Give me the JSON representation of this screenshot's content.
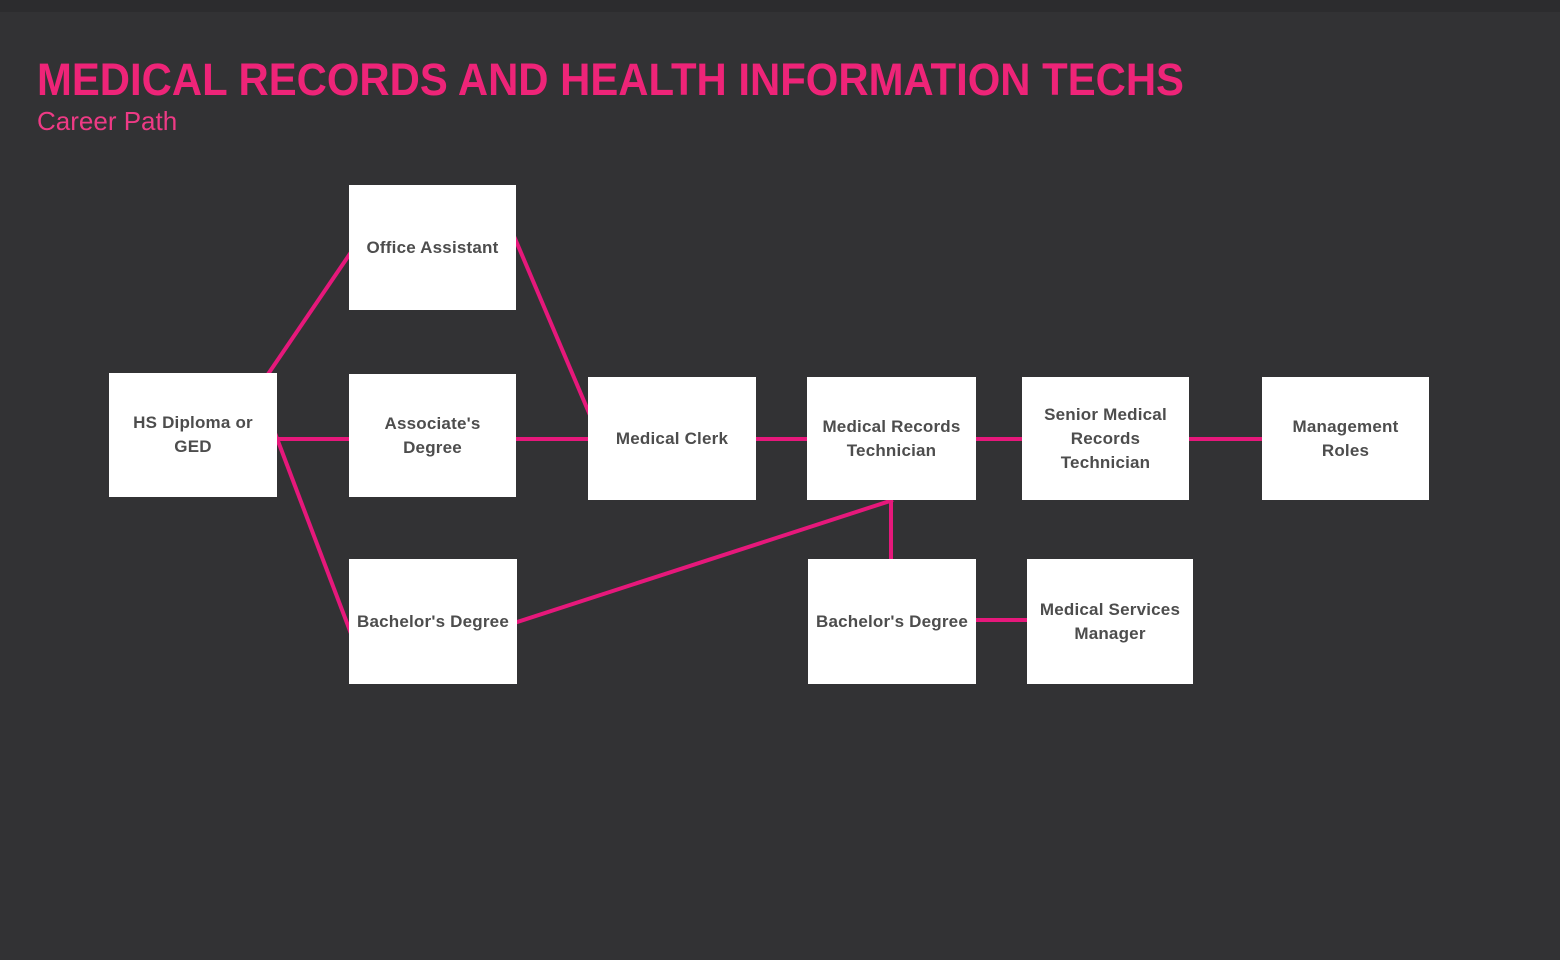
{
  "page": {
    "title": "MEDICAL RECORDS AND HEALTH INFORMATION TECHS",
    "subtitle": "Career Path"
  },
  "colors": {
    "background": "#323234",
    "title_pink": "#ee2478",
    "subtitle_pink": "#ee3a85",
    "connector_pink": "#e6187b",
    "node_background": "#ffffff",
    "node_text": "#4d4d4d"
  },
  "diagram": {
    "nodes": [
      {
        "id": "hs-diploma",
        "label": "HS Diploma or\nGED"
      },
      {
        "id": "office-assistant",
        "label": "Office Assistant"
      },
      {
        "id": "associates-degree",
        "label": "Associate's Degree"
      },
      {
        "id": "bachelors-degree-1",
        "label": "Bachelor's Degree"
      },
      {
        "id": "medical-clerk",
        "label": "Medical Clerk"
      },
      {
        "id": "medical-records-technician",
        "label": "Medical Records\nTechnician"
      },
      {
        "id": "bachelors-degree-2",
        "label": "Bachelor's Degree"
      },
      {
        "id": "senior-medical-records-technician",
        "label": "Senior Medical\nRecords\nTechnician"
      },
      {
        "id": "medical-services-manager",
        "label": "Medical Services\nManager"
      },
      {
        "id": "management-roles",
        "label": "Management\nRoles"
      }
    ],
    "connections": [
      {
        "from": "hs-diploma",
        "to": "office-assistant"
      },
      {
        "from": "hs-diploma",
        "to": "associates-degree"
      },
      {
        "from": "hs-diploma",
        "to": "bachelors-degree-1"
      },
      {
        "from": "office-assistant",
        "to": "medical-clerk"
      },
      {
        "from": "associates-degree",
        "to": "medical-clerk"
      },
      {
        "from": "bachelors-degree-1",
        "to": "medical-records-technician"
      },
      {
        "from": "medical-clerk",
        "to": "medical-records-technician"
      },
      {
        "from": "medical-records-technician",
        "to": "senior-medical-records-technician"
      },
      {
        "from": "medical-records-technician",
        "to": "bachelors-degree-2"
      },
      {
        "from": "senior-medical-records-technician",
        "to": "management-roles"
      },
      {
        "from": "bachelors-degree-2",
        "to": "medical-services-manager"
      }
    ]
  }
}
